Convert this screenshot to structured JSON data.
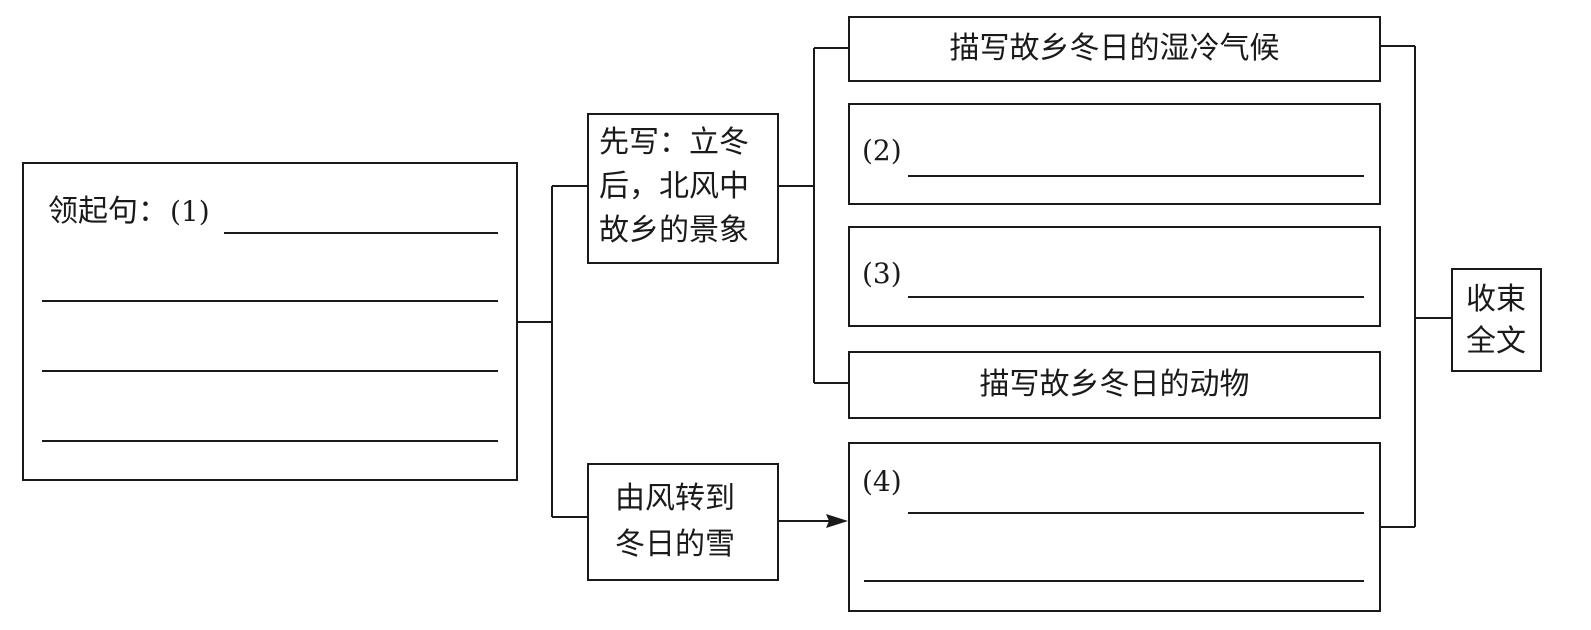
{
  "lead": {
    "label": "领起句：",
    "number": "(1)"
  },
  "branch_top": {
    "lines": [
      "先写：立冬",
      "后，北风中",
      "故乡的景象"
    ]
  },
  "branch_bottom": {
    "lines": [
      "由风转到",
      "冬日的雪"
    ]
  },
  "details": {
    "climate": "描写故乡冬日的湿冷气候",
    "item2": "(2)",
    "item3": "(3)",
    "animals": "描写故乡冬日的动物",
    "item4": "(4)"
  },
  "ending": {
    "lines": [
      "收束",
      "全文"
    ]
  }
}
